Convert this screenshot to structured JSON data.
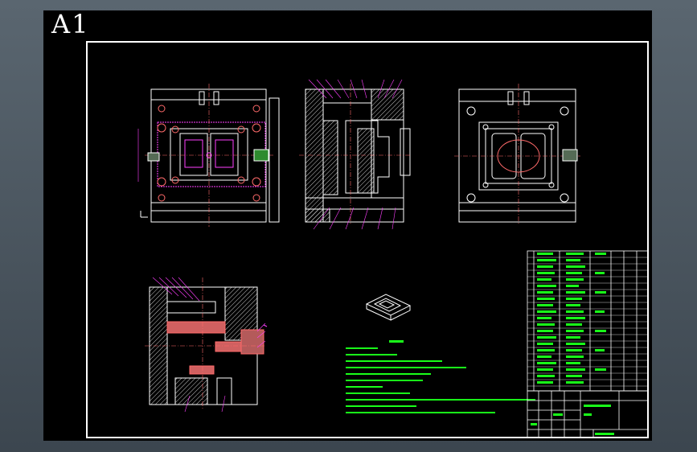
{
  "sheet": {
    "label": "A1"
  },
  "colors": {
    "background": "#4a5560",
    "sheet": "#000000",
    "line": "#ffffff",
    "dimension": "#ff40ff",
    "annotation": "#19ff19",
    "section": "#ff6a6a",
    "gate": "#ff3030"
  },
  "icons": [
    "drawing-frame",
    "mold-plan-view",
    "mold-section-view",
    "iso-part-view",
    "title-block"
  ]
}
